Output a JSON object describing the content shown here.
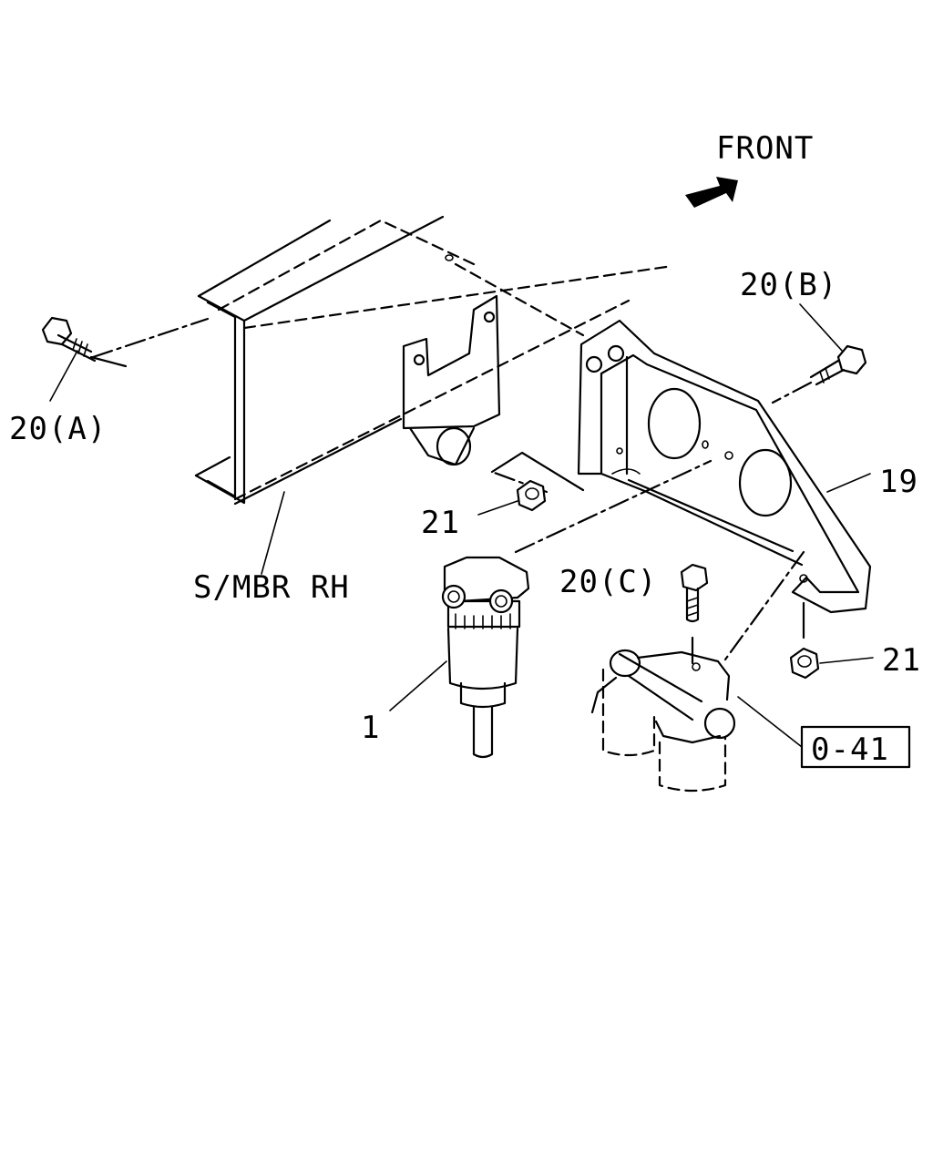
{
  "labels": {
    "front": "FRONT",
    "bolt_a": "20(A)",
    "bolt_b": "20(B)",
    "bolt_c": "20(C)",
    "bracket": "19",
    "nut_upper": "21",
    "nut_lower": "21",
    "frame_member": "S/MBR RH",
    "filter": "1",
    "reference": "0-41"
  }
}
